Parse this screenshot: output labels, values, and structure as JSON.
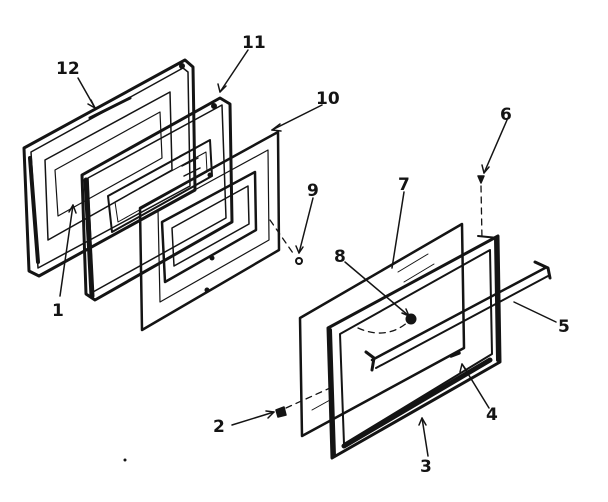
{
  "callouts": [
    {
      "id": "1",
      "text": "1"
    },
    {
      "id": "2",
      "text": "2"
    },
    {
      "id": "3",
      "text": "3"
    },
    {
      "id": "4",
      "text": "4"
    },
    {
      "id": "5",
      "text": "5"
    },
    {
      "id": "6",
      "text": "6"
    },
    {
      "id": "7",
      "text": "7"
    },
    {
      "id": "8",
      "text": "8"
    },
    {
      "id": "9",
      "text": "9"
    },
    {
      "id": "10",
      "text": "10"
    },
    {
      "id": "11",
      "text": "11"
    },
    {
      "id": "12",
      "text": "12"
    }
  ],
  "colors": {
    "ink": "#141414",
    "background": "#ffffff"
  }
}
